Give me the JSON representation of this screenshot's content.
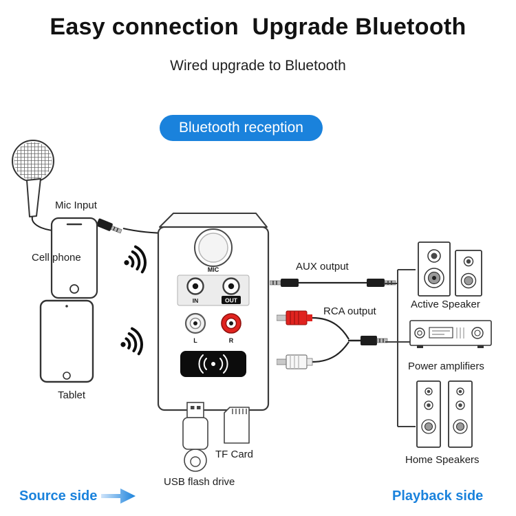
{
  "header": {
    "title": "Easy connection  Upgrade Bluetooth",
    "subtitle": "Wired upgrade to Bluetooth"
  },
  "badge": {
    "label": "Bluetooth reception"
  },
  "colors": {
    "accent_blue": "#1a82dc",
    "accent_blue_light": "#cfe4fa",
    "rca_red": "#e0231f"
  },
  "source_devices": {
    "mic_label": "Mic Input",
    "phone_label": "Cell phone",
    "tablet_label": "Tablet"
  },
  "device_panel": {
    "mic": "MIC",
    "in": "IN",
    "out": "OUT",
    "left": "L",
    "right": "R"
  },
  "outputs": {
    "aux_label": "AUX output",
    "rca_label": "RCA output"
  },
  "playback_devices": {
    "active_speaker": "Active Speaker",
    "power_amplifiers": "Power amplifiers",
    "home_speakers": "Home Speakers"
  },
  "storage": {
    "usb": "USB flash drive",
    "tf": "TF Card"
  },
  "footer": {
    "source": "Source side",
    "playback": "Playback side"
  },
  "icons": {
    "microphone-icon": "handheld microphone with mesh head",
    "signal-waves-icon": "wireless sound waves",
    "cell-phone-icon": "smartphone outline",
    "tablet-icon": "tablet outline",
    "receiver-device-icon": "bluetooth receiver box with MIC knob, IN/OUT jacks, L/R RCA, NFC pad",
    "nfc-icon": "((•)) contactless symbol",
    "aux-cable-icon": "3.5mm to 3.5mm cable",
    "rca-cable-icon": "red/white RCA to 3.5mm cable",
    "active-speaker-icon": "bookshelf speaker pair",
    "amplifier-icon": "stereo power amplifier",
    "home-speakers-icon": "tower speaker pair",
    "usb-drive-icon": "usb flash drive",
    "tf-card-icon": "micro sd card",
    "source-arrow-icon": "right gradient arrow"
  }
}
